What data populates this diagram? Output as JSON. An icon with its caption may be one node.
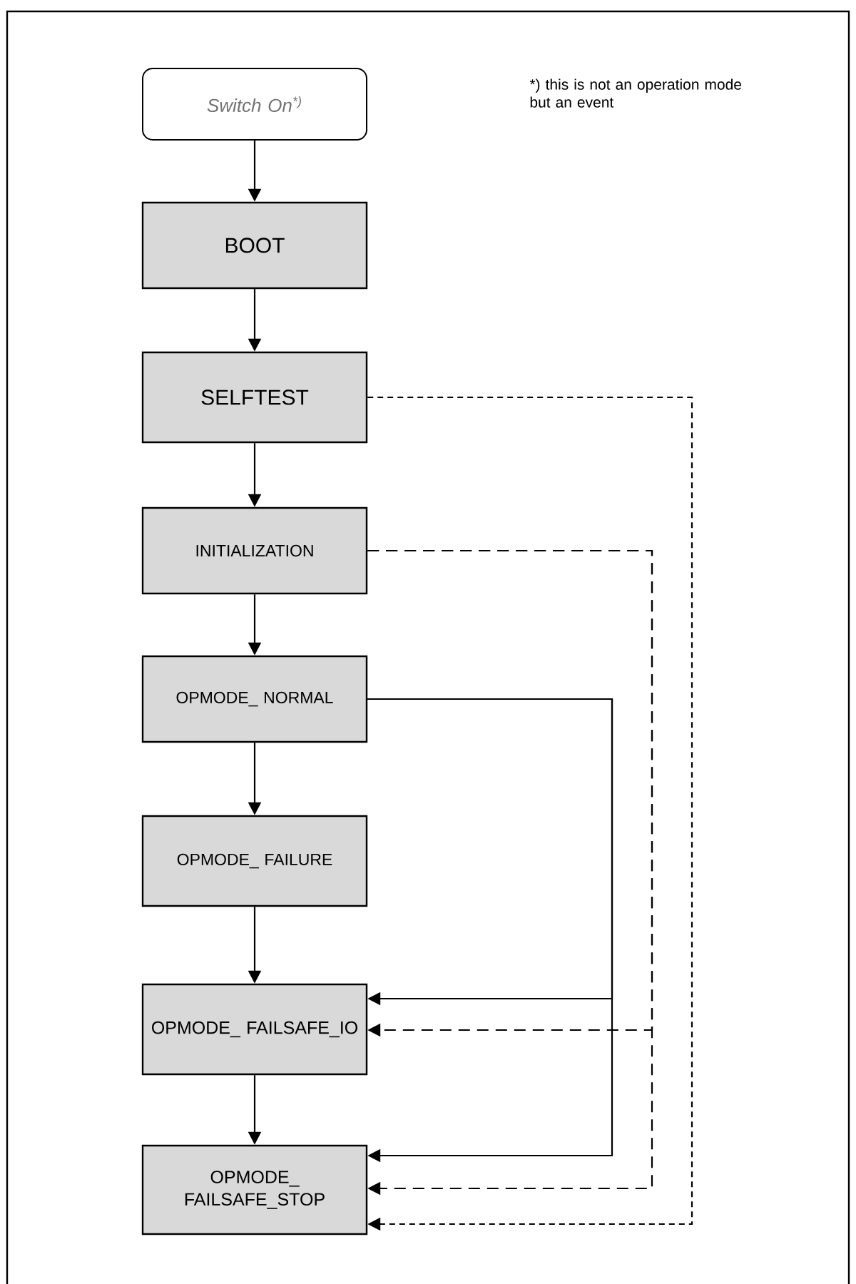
{
  "diagram": {
    "nodes": [
      {
        "text": [
          "Switch On$^{*)}$"
        ]
      },
      {
        "text": [
          "BOOT"
        ]
      },
      {
        "text": [
          "SELFTEST"
        ]
      },
      {
        "text": [
          "INITIALIZATION"
        ]
      },
      {
        "text": [
          "OPMODE_ NORMAL"
        ]
      },
      {
        "text": [
          "OPMODE_ FAILURE"
        ]
      },
      {
        "text": [
          "OPMODE_ FAILSAFE_IO"
        ]
      },
      {
        "text": [
          "OPMODE_ FAILSAFE_STOP"
        ]
      }
    ],
    "edges": [
      {
        "from": 0,
        "to": 1,
        "arrow": "to"
      },
      {
        "from": 1,
        "to": 2,
        "arrow": "to"
      },
      {
        "from": 2,
        "to": 3,
        "arrow": "to"
      },
      {
        "from": 3,
        "to": 4,
        "arrow": "to"
      },
      {
        "from": 4,
        "to": 5,
        "arrow": "to"
      },
      {
        "from": 5,
        "to": 6,
        "arrow": "to"
      },
      {
        "from": 6,
        "to": 7,
        "arrow": "to"
      },
      {
        "from": 4,
        "to": 6,
        "arrow": "to"
      },
      {
        "from": 4,
        "to": 7,
        "arrow": "to"
      },
      {
        "from": 3,
        "to": 6,
        "arrow": "to",
        "style": "dashed"
      },
      {
        "from": 3,
        "to": 7,
        "arrow": "to",
        "style": "dashed"
      },
      {
        "from": 2,
        "to": 7,
        "arrow": "to",
        "style": "dashed"
      }
    ],
    "labels": [
      "*) this is not an operation mode but an event"
    ]
  }
}
